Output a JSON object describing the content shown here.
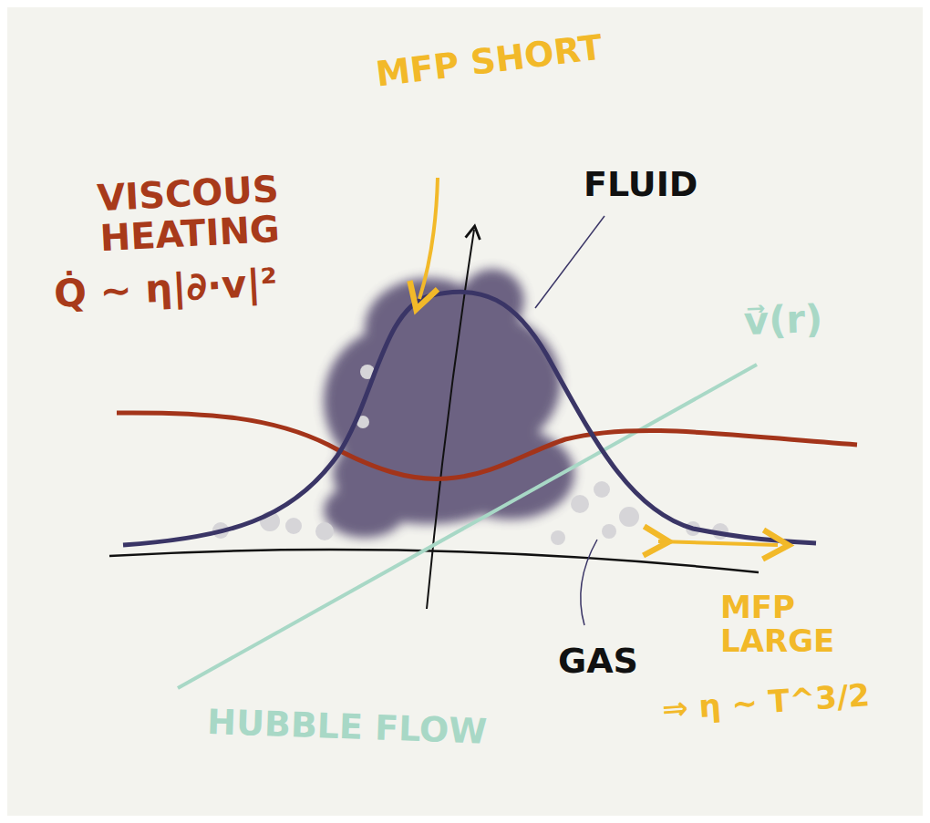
{
  "diagram": {
    "labels": [
      "VISCOUS HEATING",
      "Q̇ ~ η|∂·v|²",
      "MFP SHORT",
      "FLUID",
      "v⃗(r)",
      "GAS",
      "MFP LARGE",
      "⇒ η ~ T^3/2",
      "HUBBLE FLOW"
    ]
  }
}
